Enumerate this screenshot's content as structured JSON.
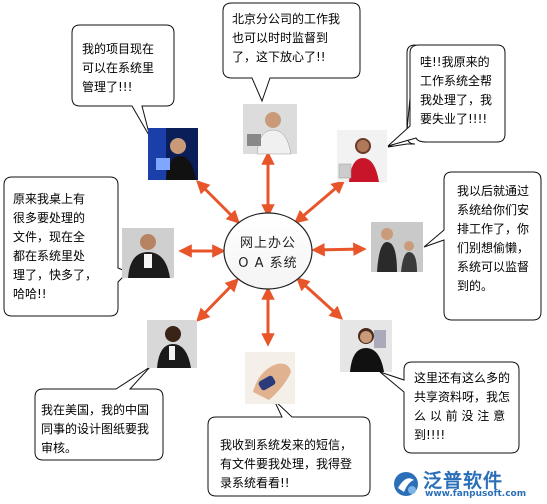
{
  "hub": {
    "line1": "网上办公",
    "line2": "O A 系统"
  },
  "bubbles": {
    "project": "我的项目现在\n可以在系统里\n管理了!!!",
    "beijing": "北京分公司的工作我\n也可以时时监督到\n了，这下放心了!!",
    "lost_job": "哇!!我原来的\n工作系统全帮\n我处理了，我\n要失业了!!!!",
    "assign": "我以后就通过\n系统给你们安\n排工作了，你\n们别想偷懒，\n系统可以监督\n到的。",
    "shared": "这里还有这么多的\n共享资料呀，我怎\n么 以 前 没 注 意\n到!!!!",
    "sms": "我收到系统发来的短信，\n有文件要我处理，我得登\n录系统看看!!",
    "usa": "我在美国，我的中国\n同事的设计图纸要我\n审核。",
    "desk": "原来我桌上有\n很多要处理的\n文件，现在全\n都在系统里处\n理了，快多了，\n哈哈!!"
  },
  "logo": {
    "name": "泛普软件",
    "url": "www.fanpusoft.com"
  },
  "colors": {
    "arrow": "#e8552a",
    "bubble_border": "#111111",
    "logo": "#2a6fb8"
  }
}
